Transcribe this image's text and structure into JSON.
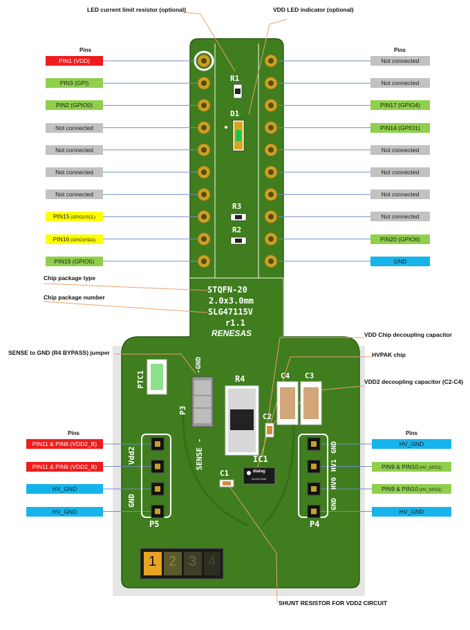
{
  "colors": {
    "pcb": "#3f7d1e",
    "pcb_dark": "#2f5e14",
    "silkscreen": "#ffffff",
    "pad_gold": "#c8a226",
    "leader_blue": "#6f8fbf",
    "leader_orange": "#e8a06a",
    "label_red": "#ee1c1c",
    "label_green": "#8fcf4c",
    "label_grey": "#c2c2c2",
    "label_yellow": "#ffff00",
    "label_blue": "#16b4ea"
  },
  "annotations": {
    "led_resistor": "LED current limit resistor (optional)",
    "vdd_led": "VDD LED indicator (optional)",
    "chip_package_type": "Chip package type",
    "chip_package_number": "Chip package number",
    "vdd_decoupling": "VDD Chip decoupling capacitor",
    "hvpak_chip": "HVPAK chip",
    "vdd2_decoupling": "VDD2 decoupling capacitor (C2-C4)",
    "sense_jumper": "SENSE to GND (R4 BYPASS) jumper",
    "shunt_resistor": "SHUNT RESISTOR FOR VDD2 CIRCUIT"
  },
  "headers": {
    "pins_top_left": "Pins",
    "pins_top_right": "Pins",
    "pins_bottom_left": "Pins",
    "pins_bottom_right": "Pins"
  },
  "left_pins": [
    {
      "text": "PIN1 (VDD)",
      "color": "red"
    },
    {
      "text": "PIN3 (GPI)",
      "color": "green"
    },
    {
      "text": "PIN2 (GPIO0)",
      "color": "green"
    },
    {
      "text": "Not connected",
      "color": "grey"
    },
    {
      "text": "Not connected",
      "color": "grey"
    },
    {
      "text": "Not connected",
      "color": "grey"
    },
    {
      "text": "Not connected",
      "color": "grey"
    },
    {
      "text": "PIN15",
      "sub": "(GPIO2/SCL)",
      "color": "yellow"
    },
    {
      "text": "PIN16",
      "sub": "(GPIO3/SDA)",
      "color": "yellow"
    },
    {
      "text": "PIN19 (GPIO5)",
      "color": "green"
    }
  ],
  "right_pins": [
    {
      "text": "Not connected",
      "color": "grey"
    },
    {
      "text": "Not connected",
      "color": "grey"
    },
    {
      "text": "PIN17 (GPIO4)",
      "color": "green"
    },
    {
      "text": "PIN14 (GPIO1)",
      "color": "green"
    },
    {
      "text": "Not connected",
      "color": "grey"
    },
    {
      "text": "Not connected",
      "color": "grey"
    },
    {
      "text": "Not connected",
      "color": "grey"
    },
    {
      "text": "Not connected",
      "color": "grey"
    },
    {
      "text": "PIN20 (GPIO6)",
      "color": "green"
    },
    {
      "text": "GND",
      "color": "blue"
    }
  ],
  "bottom_left_pins": [
    {
      "text": "PIN11 & PIN6 (VDD2_B)",
      "color": "red"
    },
    {
      "text": "PIN11 & PIN6 (VDD2_B)",
      "color": "red"
    },
    {
      "text": "HV_GND",
      "color": "blue"
    },
    {
      "text": "HV_GND",
      "color": "blue"
    }
  ],
  "bottom_right_pins": [
    {
      "text": "HV_GND",
      "color": "blue"
    },
    {
      "text": "PIN9 & PIN10",
      "sub": "(HV_GPO1)",
      "color": "green"
    },
    {
      "text": "PIN9 & PIN10",
      "sub": "(HV_GPO1)",
      "color": "green"
    },
    {
      "text": "HV_GND",
      "color": "blue"
    }
  ],
  "board": {
    "r1": "R1",
    "d1": "D1",
    "r3": "R3",
    "r2": "R2",
    "chip_line1": "STQFN-20",
    "chip_line2": "2.0x3.0mm",
    "chip_line3": "SLG47115V",
    "chip_line4": "r1.1",
    "brand": "RENESAS",
    "gnd_jumper": "-GND",
    "sense": "SENSE -",
    "p3": "P3",
    "ptc1": "PTC1",
    "r4": "R4",
    "c4": "C4",
    "c3": "C3",
    "c2": "C2",
    "c1": "C1",
    "ic1": "IC1",
    "chip_logo": "dialog",
    "chip_marking": "SLG47115V",
    "vdd2": "Vdd2",
    "gnd_left": "GND",
    "p5": "P5",
    "gnd_right": "GND",
    "hv0": "HV0",
    "hv1": "HV1",
    "gnd_right_bottom": "GND",
    "p4": "P4",
    "dip_1": "1",
    "dip_2": "2",
    "dip_3": "3",
    "dip_4": "4"
  }
}
